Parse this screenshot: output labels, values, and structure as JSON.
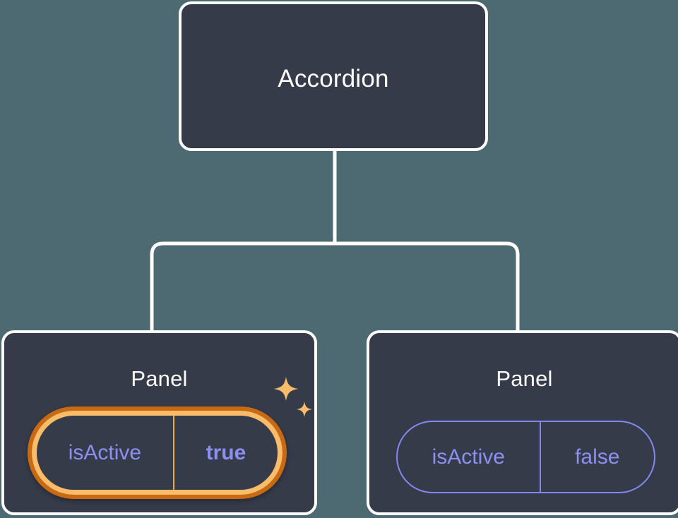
{
  "diagram": {
    "type": "component-tree",
    "background_color": "#4d6a72",
    "node_fill_color": "#363b4a",
    "node_border_color": "#ffffff",
    "accent_highlight_color": "#f9bc68",
    "accent_highlight_outer_color": "#c96a13",
    "prop_text_color": "#8b90f0"
  },
  "root": {
    "label": "Accordion"
  },
  "children": [
    {
      "label": "Panel",
      "highlighted": true,
      "prop": {
        "key": "isActive",
        "value": "true"
      },
      "sparkle_icons": [
        "sparkle-large-icon",
        "sparkle-small-icon"
      ]
    },
    {
      "label": "Panel",
      "highlighted": false,
      "prop": {
        "key": "isActive",
        "value": "false"
      }
    }
  ]
}
